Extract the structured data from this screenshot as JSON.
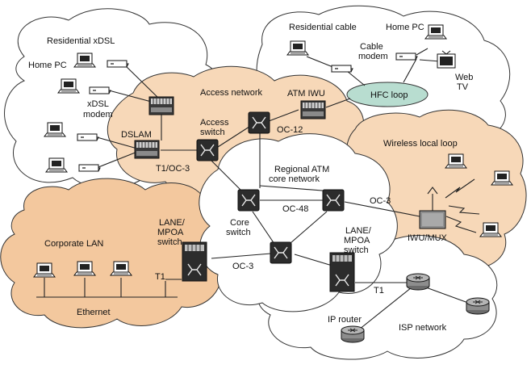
{
  "networks": {
    "residential_xdsl": "Residential xDSL",
    "residential_cable": "Residential cable",
    "access_network": "Access network",
    "regional_atm": [
      "Regional ATM",
      "core network"
    ],
    "wireless_local_loop": "Wireless local loop",
    "corporate_lan": "Corporate LAN",
    "isp_network": "ISP network",
    "hfc_loop": "HFC loop"
  },
  "devices": {
    "home_pc_xdsl": "Home PC",
    "xdsl_modem": [
      "xDSL",
      "modem"
    ],
    "dslam": "DSLAM",
    "access_switch": [
      "Access",
      "switch"
    ],
    "atm_iwu": "ATM IWU",
    "home_pc_cable": "Home PC",
    "cable_modem": [
      "Cable",
      "modem"
    ],
    "web_tv": [
      "Web",
      "TV"
    ],
    "core_switch": [
      "Core",
      "switch"
    ],
    "lane_mpoa_left": [
      "LANE/",
      "MPOA",
      "switch"
    ],
    "lane_mpoa_right": [
      "LANE/",
      "MPOA",
      "switch"
    ],
    "iwu_mux": "IWU/MUX",
    "ip_router": "IP router",
    "ethernet": "Ethernet"
  },
  "links": {
    "t1_oc3": "T1/OC-3",
    "oc12": "OC-12",
    "oc48": "OC-48",
    "oc3_right": "OC-3",
    "oc3_left": "OC-3",
    "t1_left": "T1",
    "t1_right": "T1"
  },
  "colors": {
    "cloud_white": "#ffffff",
    "cloud_peach": "#f7d8b8",
    "cloud_tan": "#f3c89e",
    "hfc_ellipse": "#b8ddd0",
    "switch_dark": "#2c2c2c"
  }
}
